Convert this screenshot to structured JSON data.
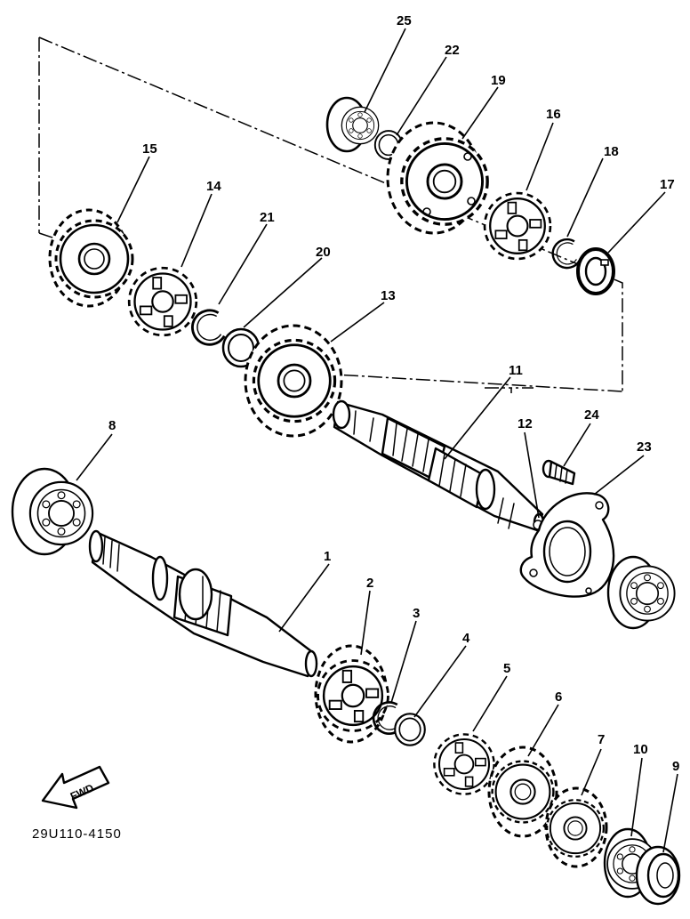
{
  "callouts": [
    {
      "id": "p1",
      "label": "1"
    },
    {
      "id": "p2",
      "label": "2"
    },
    {
      "id": "p3",
      "label": "3"
    },
    {
      "id": "p4",
      "label": "4"
    },
    {
      "id": "p5",
      "label": "5"
    },
    {
      "id": "p6",
      "label": "6"
    },
    {
      "id": "p7",
      "label": "7"
    },
    {
      "id": "p8",
      "label": "8"
    },
    {
      "id": "p9",
      "label": "9"
    },
    {
      "id": "p10",
      "label": "10"
    },
    {
      "id": "p11",
      "label": "11"
    },
    {
      "id": "p12",
      "label": "12"
    },
    {
      "id": "p13",
      "label": "13"
    },
    {
      "id": "p14",
      "label": "14"
    },
    {
      "id": "p15",
      "label": "15"
    },
    {
      "id": "p16",
      "label": "16"
    },
    {
      "id": "p17",
      "label": "17"
    },
    {
      "id": "p18",
      "label": "18"
    },
    {
      "id": "p19",
      "label": "19"
    },
    {
      "id": "p20",
      "label": "20"
    },
    {
      "id": "p21",
      "label": "21"
    },
    {
      "id": "p22",
      "label": "22"
    },
    {
      "id": "p23",
      "label": "23"
    },
    {
      "id": "p24",
      "label": "24"
    },
    {
      "id": "p25",
      "label": "25"
    }
  ],
  "direction_arrow": {
    "text": "FWD"
  },
  "diagram_code": "29U110-4150"
}
